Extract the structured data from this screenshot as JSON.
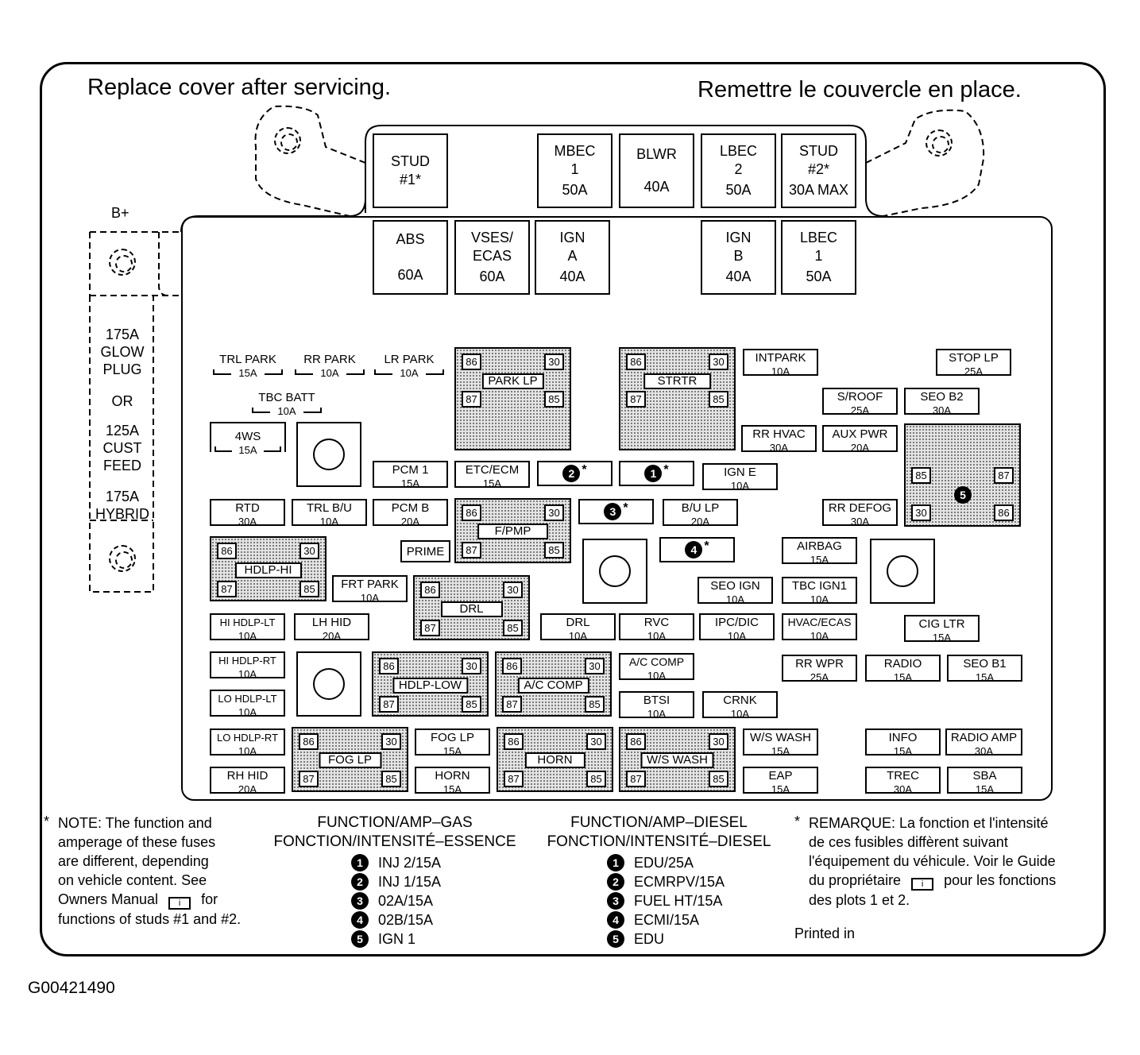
{
  "header": {
    "left": "Replace cover after servicing.",
    "right": "Remettre le couvercle en place."
  },
  "b_plus": "B+",
  "side": {
    "glow": "175A\nGLOW\nPLUG",
    "or": "OR",
    "cust": "125A\nCUST\nFEED",
    "hybrid": "175A\nHYBRID"
  },
  "top_row": [
    {
      "label": "STUD\n#1*",
      "amp": ""
    },
    {
      "label": "MBEC\n1",
      "amp": "50A"
    },
    {
      "label": "BLWR",
      "amp": "40A"
    },
    {
      "label": "LBEC\n2",
      "amp": "50A"
    },
    {
      "label": "STUD\n#2*",
      "amp": "30A MAX"
    }
  ],
  "second_row": [
    {
      "label": "ABS",
      "amp": "60A"
    },
    {
      "label": "VSES/\nECAS",
      "amp": "60A"
    },
    {
      "label": "IGN\nA",
      "amp": "40A"
    },
    {
      "label": "IGN\nB",
      "amp": "40A"
    },
    {
      "label": "LBEC\n1",
      "amp": "50A"
    }
  ],
  "bracket_fuses": [
    {
      "name": "TRL PARK",
      "amp": "15A"
    },
    {
      "name": "RR PARK",
      "amp": "10A"
    },
    {
      "name": "LR PARK",
      "amp": "10A"
    },
    {
      "name": "TBC BATT",
      "amp": "10A"
    },
    {
      "name": "4WS",
      "amp": "15A"
    }
  ],
  "fuses": {
    "intpark": {
      "name": "INTPARK",
      "amp": "10A"
    },
    "stop_lp": {
      "name": "STOP LP",
      "amp": "25A"
    },
    "s_roof": {
      "name": "S/ROOF",
      "amp": "25A"
    },
    "seo_b2": {
      "name": "SEO B2",
      "amp": "30A"
    },
    "rr_hvac": {
      "name": "RR HVAC",
      "amp": "30A"
    },
    "aux_pwr": {
      "name": "AUX PWR",
      "amp": "20A"
    },
    "pcm1": {
      "name": "PCM 1",
      "amp": "15A"
    },
    "etc_ecm": {
      "name": "ETC/ECM",
      "amp": "15A"
    },
    "ign_e": {
      "name": "IGN E",
      "amp": "10A"
    },
    "rtd": {
      "name": "RTD",
      "amp": "30A"
    },
    "trl_bu": {
      "name": "TRL B/U",
      "amp": "10A"
    },
    "pcm_b": {
      "name": "PCM B",
      "amp": "20A"
    },
    "bu_lp": {
      "name": "B/U LP",
      "amp": "20A"
    },
    "rr_defog": {
      "name": "RR DEFOG",
      "amp": "30A"
    },
    "prime": {
      "name": "PRIME",
      "amp": ""
    },
    "airbag": {
      "name": "AIRBAG",
      "amp": "15A"
    },
    "frt_park": {
      "name": "FRT PARK",
      "amp": "10A"
    },
    "seo_ign": {
      "name": "SEO IGN",
      "amp": "10A"
    },
    "tbc_ign1": {
      "name": "TBC IGN1",
      "amp": "10A"
    },
    "hi_hdlp_lt": {
      "name": "HI HDLP-LT",
      "amp": "10A"
    },
    "lh_hid": {
      "name": "LH HID",
      "amp": "20A"
    },
    "drl_fuse": {
      "name": "DRL",
      "amp": "10A"
    },
    "rvc": {
      "name": "RVC",
      "amp": "10A"
    },
    "ipc_dic": {
      "name": "IPC/DIC",
      "amp": "10A"
    },
    "hvac_ecas": {
      "name": "HVAC/ECAS",
      "amp": "10A"
    },
    "cig_ltr": {
      "name": "CIG LTR",
      "amp": "15A"
    },
    "hi_hdlp_rt": {
      "name": "HI HDLP-RT",
      "amp": "10A"
    },
    "ac_comp_fuse": {
      "name": "A/C COMP",
      "amp": "10A"
    },
    "rr_wpr": {
      "name": "RR WPR",
      "amp": "25A"
    },
    "radio": {
      "name": "RADIO",
      "amp": "15A"
    },
    "seo_b1": {
      "name": "SEO B1",
      "amp": "15A"
    },
    "lo_hdlp_lt": {
      "name": "LO HDLP-LT",
      "amp": "10A"
    },
    "btsi": {
      "name": "BTSI",
      "amp": "10A"
    },
    "crnk": {
      "name": "CRNK",
      "amp": "10A"
    },
    "lo_hdlp_rt": {
      "name": "LO HDLP-RT",
      "amp": "10A"
    },
    "fog_lp_fuse": {
      "name": "FOG LP",
      "amp": "15A"
    },
    "ws_wash_fuse": {
      "name": "W/S WASH",
      "amp": "15A"
    },
    "info": {
      "name": "INFO",
      "amp": "15A"
    },
    "radio_amp": {
      "name": "RADIO AMP",
      "amp": "30A"
    },
    "rh_hid": {
      "name": "RH HID",
      "amp": "20A"
    },
    "horn_fuse": {
      "name": "HORN",
      "amp": "15A"
    },
    "eap": {
      "name": "EAP",
      "amp": "15A"
    },
    "trec": {
      "name": "TREC",
      "amp": "30A"
    },
    "sba": {
      "name": "SBA",
      "amp": "15A"
    }
  },
  "relays": {
    "park_lp": "PARK LP",
    "strtr": "STRTR",
    "f_pmp": "F/PMP",
    "hdlp_hi": "HDLP-HI",
    "drl": "DRL",
    "hdlp_low": "HDLP-LOW",
    "ac_comp": "A/C COMP",
    "fog_lp": "FOG LP",
    "horn": "HORN",
    "ws_wash": "W/S WASH"
  },
  "pins": {
    "p86": "86",
    "p30": "30",
    "p87": "87",
    "p85": "85"
  },
  "optional": {
    "n1": "1",
    "n2": "2",
    "n3": "3",
    "n4": "4",
    "n5": "5",
    "star": "*"
  },
  "note_en": {
    "star": "*",
    "lines": [
      "NOTE:  The function and",
      "amperage of these fuses",
      "are different, depending",
      "on vehicle content.  See",
      "Owners Manual",
      "for",
      "functions of studs #1 and #2."
    ]
  },
  "gas": {
    "heading1": "FUNCTION/AMP–GAS",
    "heading2": "FONCTION/INTENSITÉ–ESSENCE",
    "items": [
      {
        "n": "1",
        "text": "INJ 2/15A"
      },
      {
        "n": "2",
        "text": "INJ 1/15A"
      },
      {
        "n": "3",
        "text": "02A/15A"
      },
      {
        "n": "4",
        "text": "02B/15A"
      },
      {
        "n": "5",
        "text": "IGN 1"
      }
    ]
  },
  "diesel": {
    "heading1": "FUNCTION/AMP–DIESEL",
    "heading2": "FONCTION/INTENSITÉ–DIESEL",
    "items": [
      {
        "n": "1",
        "text": "EDU/25A"
      },
      {
        "n": "2",
        "text": "ECMRPV/15A"
      },
      {
        "n": "3",
        "text": "FUEL HT/15A"
      },
      {
        "n": "4",
        "text": "ECMI/15A"
      },
      {
        "n": "5",
        "text": "EDU"
      }
    ]
  },
  "note_fr": {
    "star": "*",
    "lines": [
      "REMARQUE:  La fonction et l'intensité",
      "de ces fusibles diffèrent suivant",
      "l'équipement du véhicule. Voir le Guide",
      "du propriétaire",
      "pour les fonctions",
      "des plots 1 et 2."
    ],
    "printed": "Printed in"
  },
  "book_icon_glyph": "i",
  "figure_id": "G00421490"
}
